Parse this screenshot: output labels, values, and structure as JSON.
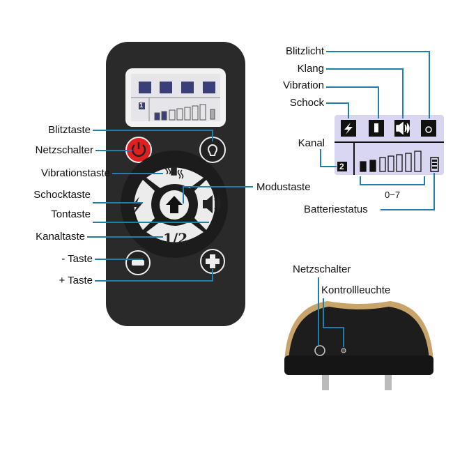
{
  "remote_labels": {
    "flash": "Blitztaste",
    "power": "Netzschalter",
    "vibration": "Vibrationstaste",
    "shock": "Schocktaste",
    "tone": "Tontaste",
    "channel": "Kanaltaste",
    "minus": "- Taste",
    "plus": "+ Taste",
    "mode": "Modustaste"
  },
  "remote_display": {
    "channel": "1",
    "channel_button": "1/2",
    "level_bars_filled": 2,
    "level_bars_total": 7
  },
  "lcd_labels": {
    "flashlight": "Blitzlicht",
    "sound": "Klang",
    "vibration": "Vibration",
    "shock": "Schock",
    "channel": "Kanal",
    "channel_value": "2",
    "range": "0−7",
    "battery": "Batteriestatus"
  },
  "collar_labels": {
    "power": "Netzschalter",
    "indicator": "Kontrollleuchte"
  },
  "colors": {
    "leader_line": "#1f7fa8",
    "remote_body": "#2a2a2a",
    "power_button": "#e02020",
    "lcd_bg": "#d9d6f2",
    "collar_trim": "#c8a46a"
  }
}
